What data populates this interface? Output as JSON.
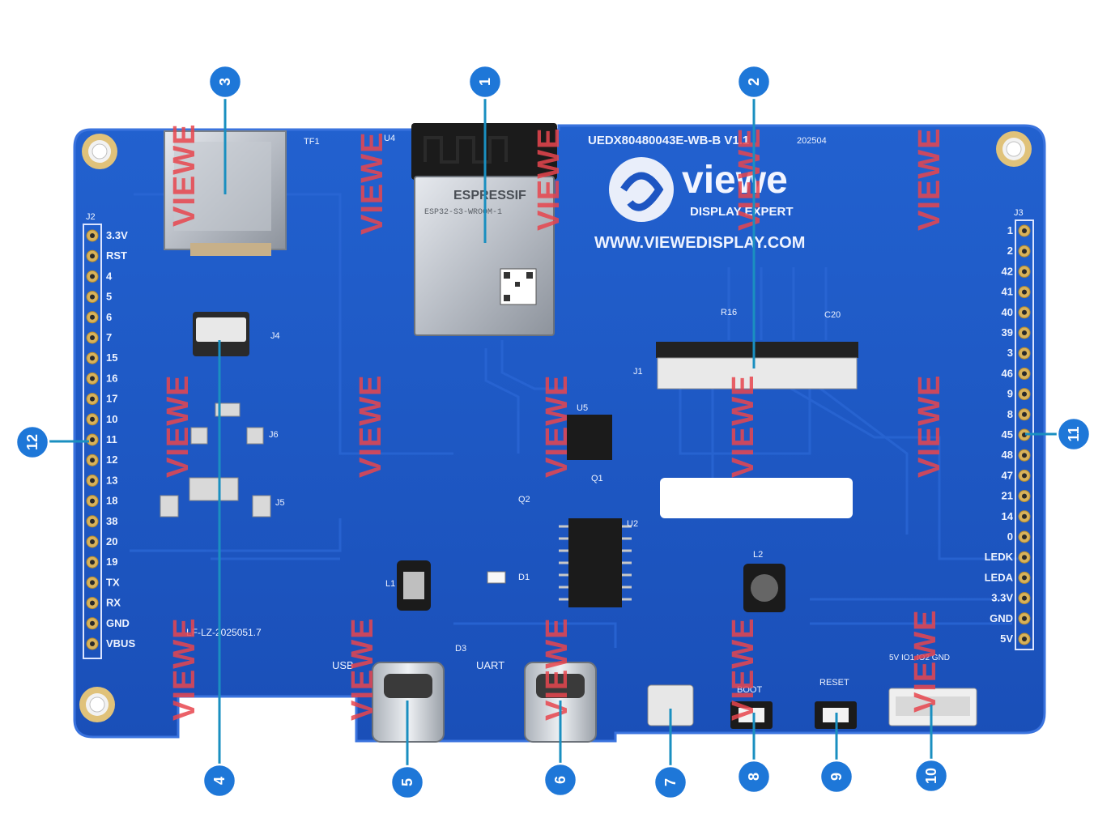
{
  "board": {
    "model": "UEDX80480043E-WB-B V1.1",
    "date_code": "202504",
    "brand": "viewe",
    "tagline": "DISPLAY EXPERT",
    "website": "WWW.VIEWEDISPLAY.COM",
    "lot": "LF-LZ-2025051.7",
    "module_brand": "ESPRESSIF",
    "module_model": "ESP32-S3-WROOM-1",
    "watermark": "VIEWE",
    "colors": {
      "pcb": "#1d55c2",
      "pcb_edge": "#2c66d6",
      "accent": "#1e77d8",
      "watermark": "#e8464e"
    }
  },
  "labels": {
    "tf1": "TF1",
    "u4": "U4",
    "j2": "J2",
    "j3": "J3",
    "j1": "J1",
    "j4": "J4",
    "j5": "J5",
    "j6": "J6",
    "u5": "U5",
    "u2": "U2",
    "q1": "Q1",
    "q2": "Q2",
    "l1": "L1",
    "l2": "L2",
    "d1": "D1",
    "d3": "D3",
    "c20": "C20",
    "r16": "R16",
    "usb": "USB",
    "uart": "UART",
    "boot": "BOOT",
    "reset": "RESET",
    "conn_pins": "5V IO1 IO2 GND"
  },
  "j2_pins": [
    "3.3V",
    "RST",
    "4",
    "5",
    "6",
    "7",
    "15",
    "16",
    "17",
    "10",
    "11",
    "12",
    "13",
    "18",
    "38",
    "20",
    "19",
    "TX",
    "RX",
    "GND",
    "VBUS"
  ],
  "j3_pins": [
    "1",
    "2",
    "42",
    "41",
    "40",
    "39",
    "3",
    "46",
    "9",
    "8",
    "45",
    "48",
    "47",
    "21",
    "14",
    "0",
    "LEDK",
    "LEDA",
    "3.3V",
    "GND",
    "5V"
  ],
  "callouts": [
    {
      "num": "1"
    },
    {
      "num": "2"
    },
    {
      "num": "3"
    },
    {
      "num": "4"
    },
    {
      "num": "5"
    },
    {
      "num": "6"
    },
    {
      "num": "7"
    },
    {
      "num": "8"
    },
    {
      "num": "9"
    },
    {
      "num": "10"
    },
    {
      "num": "11"
    },
    {
      "num": "12"
    }
  ]
}
